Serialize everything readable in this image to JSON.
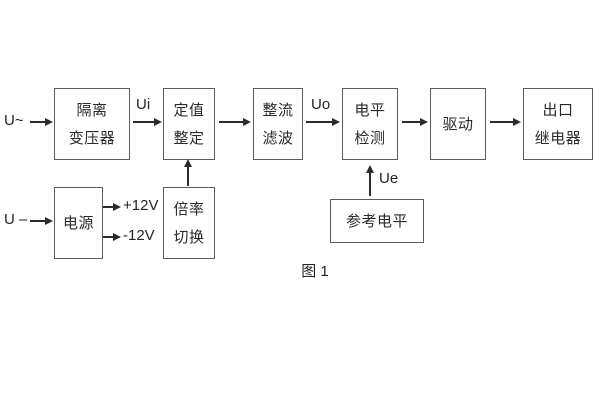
{
  "diagram": {
    "caption": "图 1",
    "inputs": {
      "ac": "U~",
      "dc": "U –"
    },
    "signals": {
      "ui": "Ui",
      "uo": "Uo",
      "ue": "Ue"
    },
    "rails": {
      "pos": "+12V",
      "neg": "-12V"
    },
    "blocks": {
      "isolation": [
        "隔离",
        "变压器"
      ],
      "setpoint": [
        "定值",
        "整定"
      ],
      "rectifier": [
        "整流",
        "滤波"
      ],
      "level": [
        "电平",
        "检测"
      ],
      "drive": [
        "驱动"
      ],
      "relay": [
        "出口",
        "继电器"
      ],
      "power": [
        "电源"
      ],
      "ratio": [
        "倍率",
        "切换"
      ],
      "reference": [
        "参考电平"
      ]
    },
    "colors": {
      "background": "#ffffff",
      "box_border": "#5d5d5d",
      "text": "#2a2a2a",
      "arrow": "#2b2b2b"
    }
  }
}
